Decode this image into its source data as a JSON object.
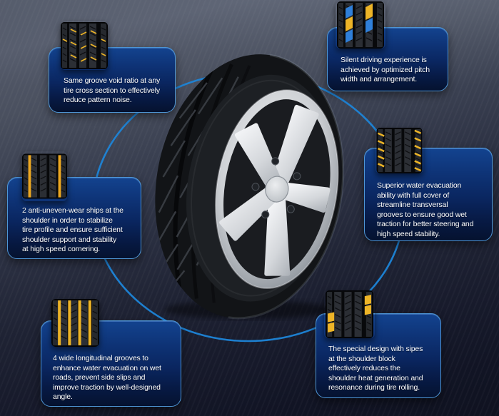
{
  "scene": {
    "type": "tire-feature-infographic",
    "center_subject": "Car tire with five-spoke alloy wheel"
  },
  "theme": {
    "background_top": "#535969",
    "background_bottom": "#0f1220",
    "panel_border": "#4e96d6",
    "panel_fill_top": "#13438f",
    "panel_fill_bottom": "#05122f",
    "ring_color": "#1d85d8",
    "highlight_yellow": "#edb427",
    "highlight_blue": "#2f7fd9",
    "text_color": "#ffffff"
  },
  "callouts": [
    {
      "id": "pattern-noise",
      "position": "top-left",
      "thumbnail": "tread-closeup-yellow-sipes",
      "text": "Same groove void ratio at any\ntire cross section to effectively\nreduce pattern noise."
    },
    {
      "id": "silent-driving",
      "position": "top-right",
      "thumbnail": "tread-closeup-pitch-blocks",
      "text": "Silent driving experience is\nachieved by optimized pitch\nwidth and arrangement."
    },
    {
      "id": "anti-uneven-wear",
      "position": "middle-left",
      "thumbnail": "tread-closeup-shoulder-ribs",
      "text": "2 anti-uneven-wear ships at the\nshoulder in order to stabilize\ntire profile and ensure sufficient\nshoulder support and stability\nat high speed cornering."
    },
    {
      "id": "water-evacuation",
      "position": "middle-right",
      "thumbnail": "tread-closeup-transversal-grooves",
      "text": "Superior water evacuation\nability with full cover of\nstreamline transversal\ngrooves to ensure good wet\ntraction for better steering and\nhigh speed stability."
    },
    {
      "id": "longitudinal-grooves",
      "position": "bottom-left",
      "thumbnail": "tread-closeup-longitudinal-grooves",
      "text": "4 wide longitudinal grooves to\nenhance water evacuation on wet\nroads, prevent side slips and\nimprove traction by well-designed\nangle."
    },
    {
      "id": "shoulder-sipes",
      "position": "bottom-right",
      "thumbnail": "tread-closeup-shoulder-blocks",
      "text": "The special design with sipes\nat the shoulder block\neffectively reduces the\nshoulder heat generation and\nresonance during tire rolling."
    }
  ]
}
